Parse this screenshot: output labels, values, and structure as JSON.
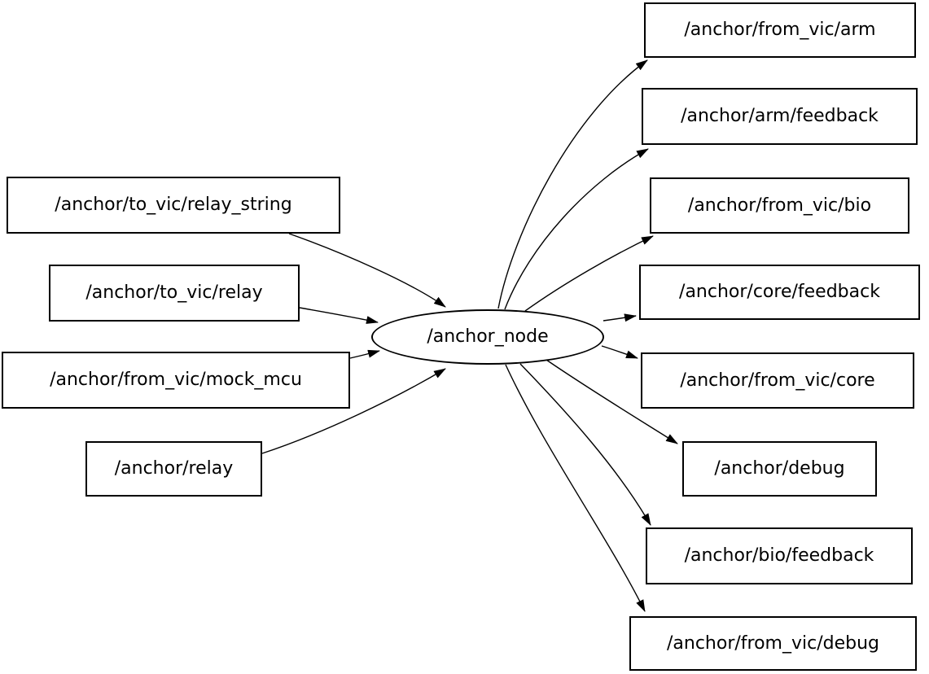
{
  "graph": {
    "title": "ros-node-topic-graph",
    "colors": {
      "background": "#ffffff",
      "node_fill": "#ffffff",
      "stroke": "#000000",
      "text": "#000000"
    },
    "center_node": {
      "label": "/anchor_node",
      "shape": "ellipse"
    },
    "input_topics": [
      {
        "label": "/anchor/to_vic/relay_string"
      },
      {
        "label": "/anchor/to_vic/relay"
      },
      {
        "label": "/anchor/from_vic/mock_mcu"
      },
      {
        "label": "/anchor/relay"
      }
    ],
    "output_topics": [
      {
        "label": "/anchor/from_vic/arm"
      },
      {
        "label": "/anchor/arm/feedback"
      },
      {
        "label": "/anchor/from_vic/bio"
      },
      {
        "label": "/anchor/core/feedback"
      },
      {
        "label": "/anchor/from_vic/core"
      },
      {
        "label": "/anchor/debug"
      },
      {
        "label": "/anchor/bio/feedback"
      },
      {
        "label": "/anchor/from_vic/debug"
      }
    ],
    "edges": [
      {
        "from": "/anchor/to_vic/relay_string",
        "to": "/anchor_node"
      },
      {
        "from": "/anchor/to_vic/relay",
        "to": "/anchor_node"
      },
      {
        "from": "/anchor/from_vic/mock_mcu",
        "to": "/anchor_node"
      },
      {
        "from": "/anchor/relay",
        "to": "/anchor_node"
      },
      {
        "from": "/anchor_node",
        "to": "/anchor/from_vic/arm"
      },
      {
        "from": "/anchor_node",
        "to": "/anchor/arm/feedback"
      },
      {
        "from": "/anchor_node",
        "to": "/anchor/from_vic/bio"
      },
      {
        "from": "/anchor_node",
        "to": "/anchor/core/feedback"
      },
      {
        "from": "/anchor_node",
        "to": "/anchor/from_vic/core"
      },
      {
        "from": "/anchor_node",
        "to": "/anchor/debug"
      },
      {
        "from": "/anchor_node",
        "to": "/anchor/bio/feedback"
      },
      {
        "from": "/anchor_node",
        "to": "/anchor/from_vic/debug"
      }
    ]
  }
}
